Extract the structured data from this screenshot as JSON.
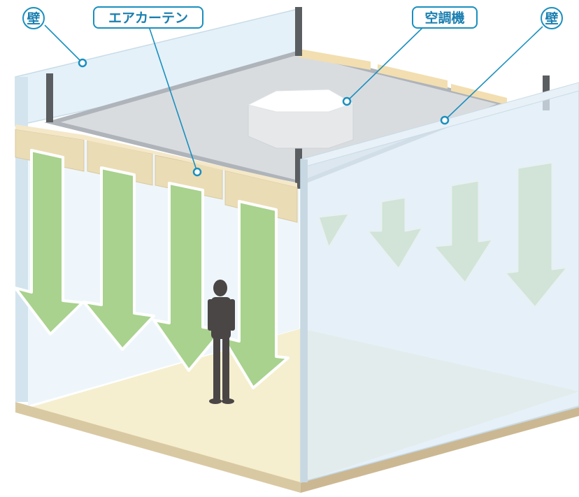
{
  "labels": {
    "wall_left": "壁",
    "air_curtain": "エアカーテン",
    "air_conditioner": "空調機",
    "wall_right": "壁"
  },
  "colors": {
    "label_accent": "#1a8fbf",
    "air_flow": "#a8d28e",
    "air_flow_outline": "#ffffff",
    "curtain_unit": "#eadcb5",
    "floor": "#f5efcf",
    "glass_wall": "#dcebf5",
    "person": "#4a4646"
  },
  "icons": {
    "person": "person-silhouette-icon",
    "arrow": "down-arrow-icon"
  }
}
